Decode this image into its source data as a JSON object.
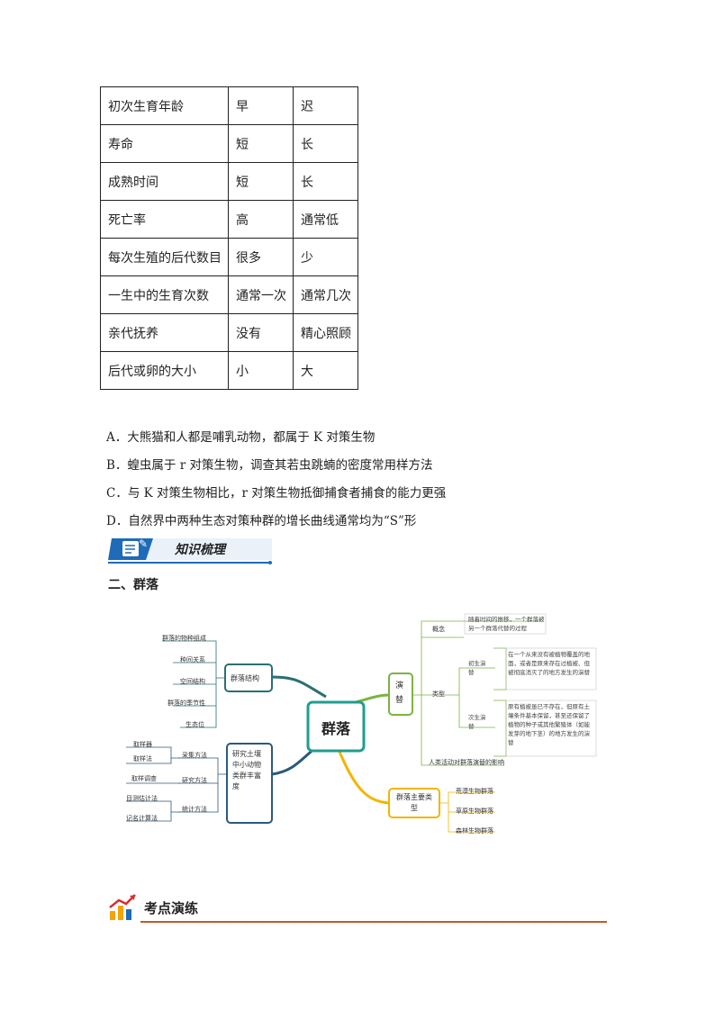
{
  "table": {
    "rows": [
      [
        "初次生育年龄",
        "早",
        "迟"
      ],
      [
        "寿命",
        "短",
        "长"
      ],
      [
        "成熟时间",
        "短",
        "长"
      ],
      [
        "死亡率",
        "高",
        "通常低"
      ],
      [
        "每次生殖的后代数目",
        "很多",
        "少"
      ],
      [
        "一生中的生育次数",
        "通常一次",
        "通常几次"
      ],
      [
        "亲代抚养",
        "没有",
        "精心照顾"
      ],
      [
        "后代或卵的大小",
        "小",
        "大"
      ]
    ]
  },
  "options": {
    "a": "A．大熊猫和人都是哺乳动物，都属于 K 对策生物",
    "b": "B．蝗虫属于 r 对策生物，调查其若虫跳蝻的密度常用样方法",
    "c": "C．与 K 对策生物相比，r 对策生物抵御捕食者捕食的能力更强",
    "d": "D．自然界中两种生态对策种群的增长曲线通常均为“S”形"
  },
  "banner": {
    "title": "知识梳理"
  },
  "section": {
    "title": "二、群落"
  },
  "mindmap": {
    "center": "群落",
    "structure": {
      "label": "群落结构",
      "items": [
        "群落的物种组成",
        "种间关系",
        "空间结构",
        "群落的季节性",
        "生态位"
      ]
    },
    "study": {
      "label": "研究土壤中小动物类群丰富度",
      "methods": [
        "采集方法",
        "研究方法",
        "统计方法"
      ],
      "tools": [
        "取样器",
        "取样法",
        "取样调查",
        "目测估计法",
        "记名计算法"
      ]
    },
    "succession": {
      "label": "演替",
      "concept_label": "概念",
      "concept_text": "随着时间的推移，一个群落被另一个群落代替的过程",
      "type_label": "类型",
      "primary_label": "初生演替",
      "primary_text": "在一个从来没有被植物覆盖的地面，或者是原来存在过植被、但被彻底消灭了的地方发生的演替",
      "secondary_label": "次生演替",
      "secondary_text": "原有植被虽已不存在，但原有土壤条件基本保留，甚至还保留了植物的种子或其他繁殖体（如能发芽的地下茎）的地方发生的演替",
      "human": "人类活动对群落演替的影响"
    },
    "types": {
      "label": "群落主要类型",
      "items": [
        "荒漠生物群落",
        "草原生物群落",
        "森林生物群落"
      ]
    },
    "colors": {
      "center": "#1e9e8e",
      "structure": "#2a6f73",
      "study": "#2a5a7c",
      "succession": "#7cb342",
      "types": "#f4b400"
    }
  },
  "exercise": {
    "title": "考点演练"
  }
}
